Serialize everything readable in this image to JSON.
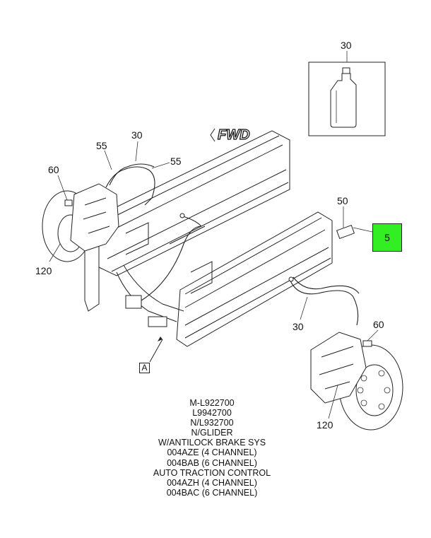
{
  "callouts": {
    "bottle_top": "30",
    "hose_left": "30",
    "hose_left_a": "55",
    "hose_left_b": "55",
    "sensor_left": "60",
    "rotor_left": "120",
    "valve_right": "50",
    "highlight": "5",
    "hose_right": "30",
    "sensor_right": "60",
    "rotor_right": "120"
  },
  "fwd_label": "FWD",
  "section_label": "A",
  "caption_lines": [
    "M-L922700",
    "L9942700",
    "N/L932700",
    "N/GLIDER",
    "W/ANTILOCK BRAKE SYS",
    "004AZE (4 CHANNEL)",
    "004BAB (6 CHANNEL)",
    "AUTO TRACTION CONTROL",
    "004AZH (4 CHANNEL)",
    "004BAC (6 CHANNEL)"
  ],
  "colors": {
    "highlight": "#33ee22",
    "line": "#222222"
  }
}
